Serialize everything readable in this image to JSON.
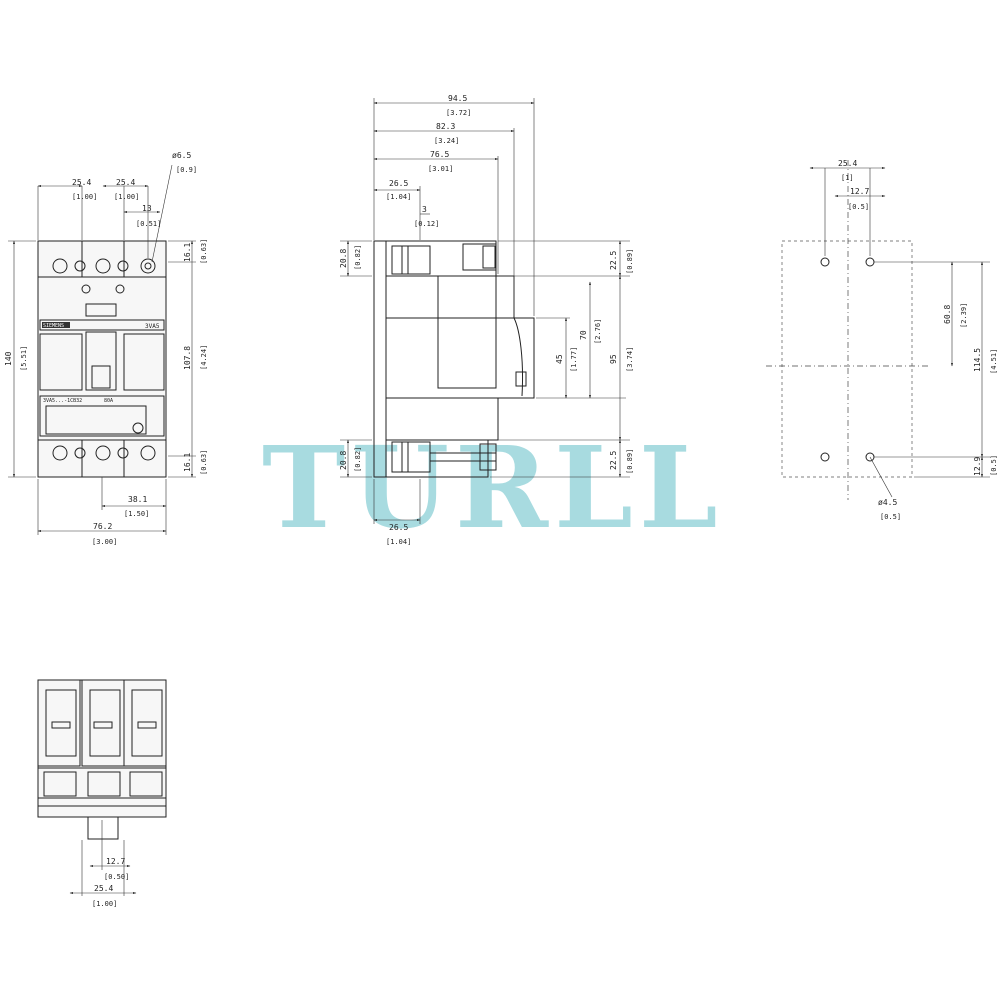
{
  "watermark": "TURLL",
  "watermark_color": "#a8dbe0",
  "front_view": {
    "pitch_left": "25.4",
    "pitch_left_in": "[1.00]",
    "pitch_right": "25.4",
    "pitch_right_in": "[1.00]",
    "hole_dia": "ø6.5",
    "hole_dia_in": "[0.9]",
    "offset": "13",
    "offset_in": "[0.51]",
    "top_term": "16.1",
    "top_term_in": "[0.63]",
    "height": "140",
    "height_in": "[5.51]",
    "handle_span": "107.8",
    "handle_span_in": "[4.24]",
    "bottom_term": "16.1",
    "bottom_term_in": "[0.63]",
    "half_width": "38.1",
    "half_width_in": "[1.50]",
    "width": "76.2",
    "width_in": "[3.00]",
    "label_left": "SIEMENS",
    "label_right": "3VA5",
    "rating_left": "3VA5...-1CB32",
    "rating_right": "80A"
  },
  "side_view": {
    "depth_total": "94.5",
    "depth_total_in": "[3.72]",
    "depth_handle": "82.3",
    "depth_handle_in": "[3.24]",
    "depth_body": "76.5",
    "depth_body_in": "[3.01]",
    "front_offset": "26.5",
    "front_offset_in": "[1.04]",
    "small_gap": "3",
    "small_gap_in": "[0.12]",
    "term_top": "20.8",
    "term_top_in": "[0.82]",
    "term_bottom": "20.8",
    "term_bottom_in": "[0.82]",
    "right_top": "22.5",
    "right_top_in": "[0.89]",
    "right_bottom": "22.5",
    "right_bottom_in": "[0.89]",
    "h45": "45",
    "h45_in": "[1.77]",
    "h70": "70",
    "h70_in": "[2.76]",
    "h95": "95",
    "h95_in": "[3.74]",
    "bottom_offset": "26.5",
    "bottom_offset_in": "[1.04]"
  },
  "mounting_view": {
    "pitch": "25.4",
    "pitch_in": "[1]",
    "half_pitch": "12.7",
    "half_pitch_in": "[0.5]",
    "spacing": "60.8",
    "spacing_in": "[2.39]",
    "overall": "114.5",
    "overall_in": "[4.51]",
    "bottom": "12.9",
    "bottom_in": "[0.5]",
    "hole": "ø4.5",
    "hole_in": "[0.5]"
  },
  "bottom_view": {
    "half_pitch": "12.7",
    "half_pitch_in": "[0.50]",
    "pitch": "25.4",
    "pitch_in": "[1.00]"
  }
}
